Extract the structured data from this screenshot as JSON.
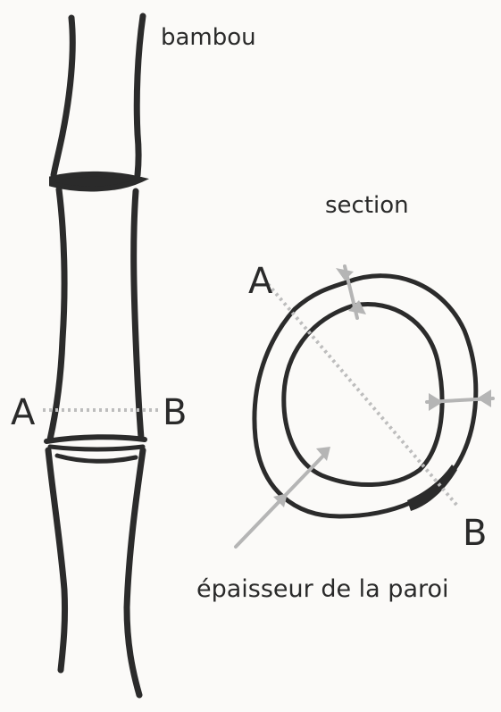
{
  "labels": {
    "bamboo": "bambou",
    "section": "section",
    "cut_a": "A",
    "cut_b": "B",
    "wall_thickness": "épaisseur de la paroi"
  },
  "colors": {
    "ink": "#2b2b2b",
    "guide": "#b5b5b5",
    "paper": "#fbfaf8"
  }
}
